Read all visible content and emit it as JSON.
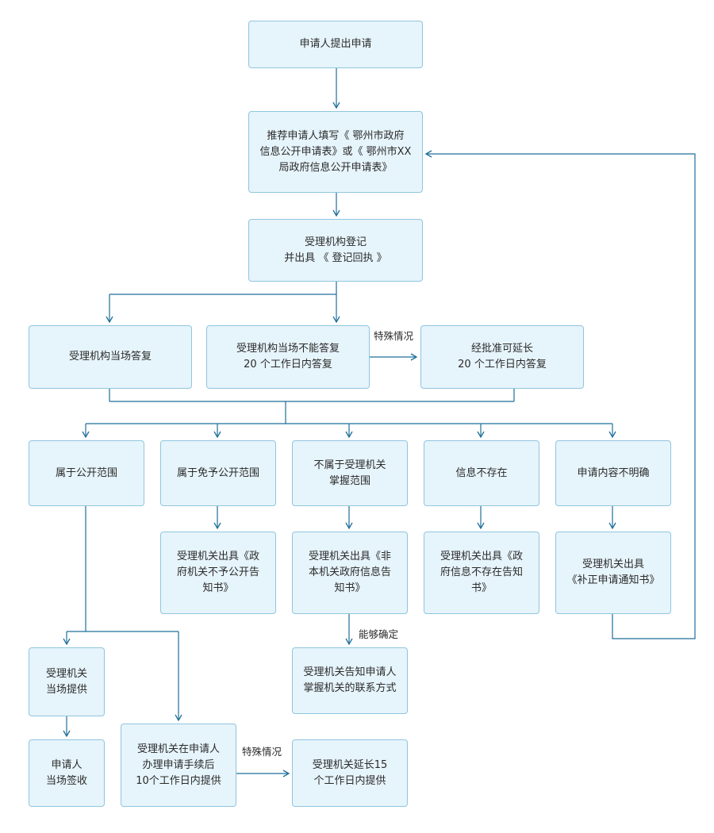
{
  "nodes": {
    "apply": "申请人提出申请",
    "recommend": "推荐申请人填写《 鄂州市政府\n信息公开申请表》或《 鄂州市XX\n局政府信息公开申请表》",
    "register": "受理机构登记\n并出具 《 登记回执 》",
    "reply_on_site": "受理机构当场答复",
    "reply_20days": "受理机构当场不能答复\n20 个工作日内答复",
    "extend": "经批准可延长\n20 个工作日内答复",
    "public_scope": "属于公开范围",
    "exempt_scope": "属于免予公开范围",
    "not_in_scope": "不属于受理机关\n掌握范围",
    "not_exist": "信息不存在",
    "unclear": "申请内容不明确",
    "exempt_notice": "受理机关出具《政\n府机关不予公开告\n知书》",
    "not_in_scope_notice": "受理机关出具《非\n本机关政府信息告\n知书》",
    "not_exist_notice": "受理机关出具《政\n府信息不存在告知\n书》",
    "correction_notice": "受理机关出具\n《补正申请通知书》",
    "inform_contact": "受理机关告知申请人\n掌握机关的联系方式",
    "provide_on_site": "受理机关\n当场提供",
    "sign_on_site": "申请人\n当场签收",
    "provide_10days": "受理机关在申请人\n办理申请手续后\n10个工作日内提供",
    "extend_15": "受理机关延长15\n个工作日内提供"
  },
  "edge_labels": {
    "special_1": "特殊情况",
    "can_determine": "能够确定",
    "special_2": "特殊情况"
  },
  "colors": {
    "node_fill": "#e6f4fb",
    "node_border": "#8fc6df",
    "connector": "#1f6f9a"
  }
}
